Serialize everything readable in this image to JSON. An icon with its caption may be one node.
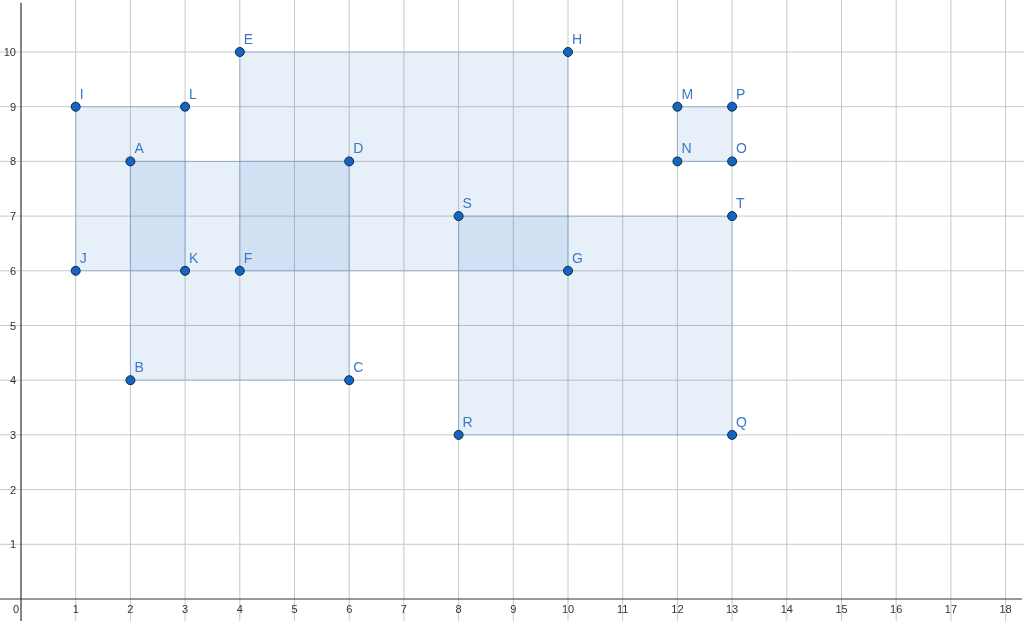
{
  "diagram": {
    "chart_data": {
      "type": "scatter",
      "grid": true,
      "xlim": [
        0,
        18.3
      ],
      "ylim": [
        0,
        10.9
      ],
      "xticks": [
        0,
        1,
        2,
        3,
        4,
        5,
        6,
        7,
        8,
        9,
        10,
        11,
        12,
        13,
        14,
        15,
        16,
        17,
        18
      ],
      "yticks": [
        1,
        2,
        3,
        4,
        5,
        6,
        7,
        8,
        9,
        10
      ],
      "series": [
        {
          "color": "#1565c0",
          "x": [
            2,
            2,
            6,
            6
          ],
          "values": [
            8,
            4,
            4,
            8
          ]
        },
        {
          "color": "#1565c0",
          "x": [
            4,
            4,
            10,
            10
          ],
          "values": [
            10,
            6,
            6,
            10
          ]
        },
        {
          "color": "#1565c0",
          "x": [
            1,
            1,
            3,
            3
          ],
          "values": [
            9,
            6,
            6,
            9
          ]
        },
        {
          "color": "#1565c0",
          "x": [
            12,
            12,
            13,
            13
          ],
          "values": [
            9,
            8,
            8,
            9
          ]
        },
        {
          "color": "#1565c0",
          "x": [
            13,
            8,
            8,
            13
          ],
          "values": [
            3,
            3,
            7,
            7
          ]
        }
      ],
      "annotations": [
        {
          "x": 2,
          "y": 8,
          "text": "A"
        },
        {
          "x": 2,
          "y": 4,
          "text": "B"
        },
        {
          "x": 6,
          "y": 4,
          "text": "C"
        },
        {
          "x": 6,
          "y": 8,
          "text": "D"
        },
        {
          "x": 4,
          "y": 10,
          "text": "E"
        },
        {
          "x": 4,
          "y": 6,
          "text": "F"
        },
        {
          "x": 10,
          "y": 6,
          "text": "G"
        },
        {
          "x": 10,
          "y": 10,
          "text": "H"
        },
        {
          "x": 1,
          "y": 9,
          "text": "I"
        },
        {
          "x": 1,
          "y": 6,
          "text": "J"
        },
        {
          "x": 3,
          "y": 6,
          "text": "K"
        },
        {
          "x": 3,
          "y": 9,
          "text": "L"
        },
        {
          "x": 12,
          "y": 9,
          "text": "M"
        },
        {
          "x": 12,
          "y": 8,
          "text": "N"
        },
        {
          "x": 13,
          "y": 8,
          "text": "O"
        },
        {
          "x": 13,
          "y": 9,
          "text": "P"
        },
        {
          "x": 13,
          "y": 3,
          "text": "Q"
        },
        {
          "x": 8,
          "y": 3,
          "text": "R"
        },
        {
          "x": 8,
          "y": 7,
          "text": "S"
        },
        {
          "x": 13,
          "y": 7,
          "text": "T"
        }
      ]
    }
  }
}
